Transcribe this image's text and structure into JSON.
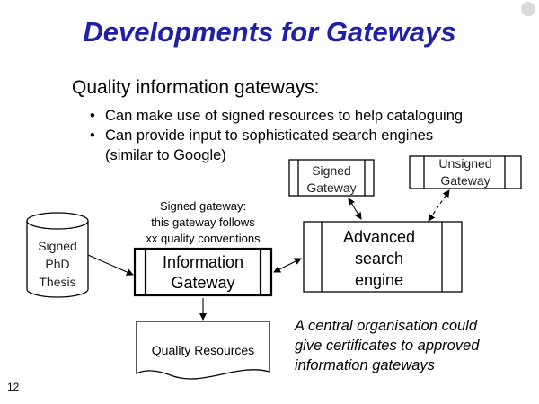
{
  "slide": {
    "title": "Developments for Gateways",
    "subtitle": "Quality information gateways:",
    "bullets": [
      {
        "marker": "•",
        "line1": "Can make use of signed resources to help cataloguing",
        "line2": ""
      },
      {
        "marker": "•",
        "line1": "Can provide input to sophisticated search engines",
        "line2": "(similar to Google)"
      }
    ],
    "page_number": "12"
  },
  "diagram": {
    "signed_gateway": {
      "line1": "Signed",
      "line2": "Gateway"
    },
    "unsigned_gateway": {
      "line1": "Unsigned",
      "line2": "Gateway"
    },
    "phd_thesis": {
      "line1": "Signed",
      "line2": "PhD",
      "line3": "Thesis"
    },
    "signed_gateway_note": {
      "line1": "Signed gateway:",
      "line2": "this gateway follows",
      "line3": "xx quality conventions"
    },
    "information_gateway": {
      "line1": "Information",
      "line2": "Gateway"
    },
    "advanced_search": {
      "line1": "Advanced",
      "line2": "search",
      "line3": "engine"
    },
    "quality_resources": {
      "label": "Quality Resources"
    },
    "central_note": {
      "line1": "A central organisation could",
      "line2": "give certificates to approved",
      "line3": "information gateways"
    }
  }
}
